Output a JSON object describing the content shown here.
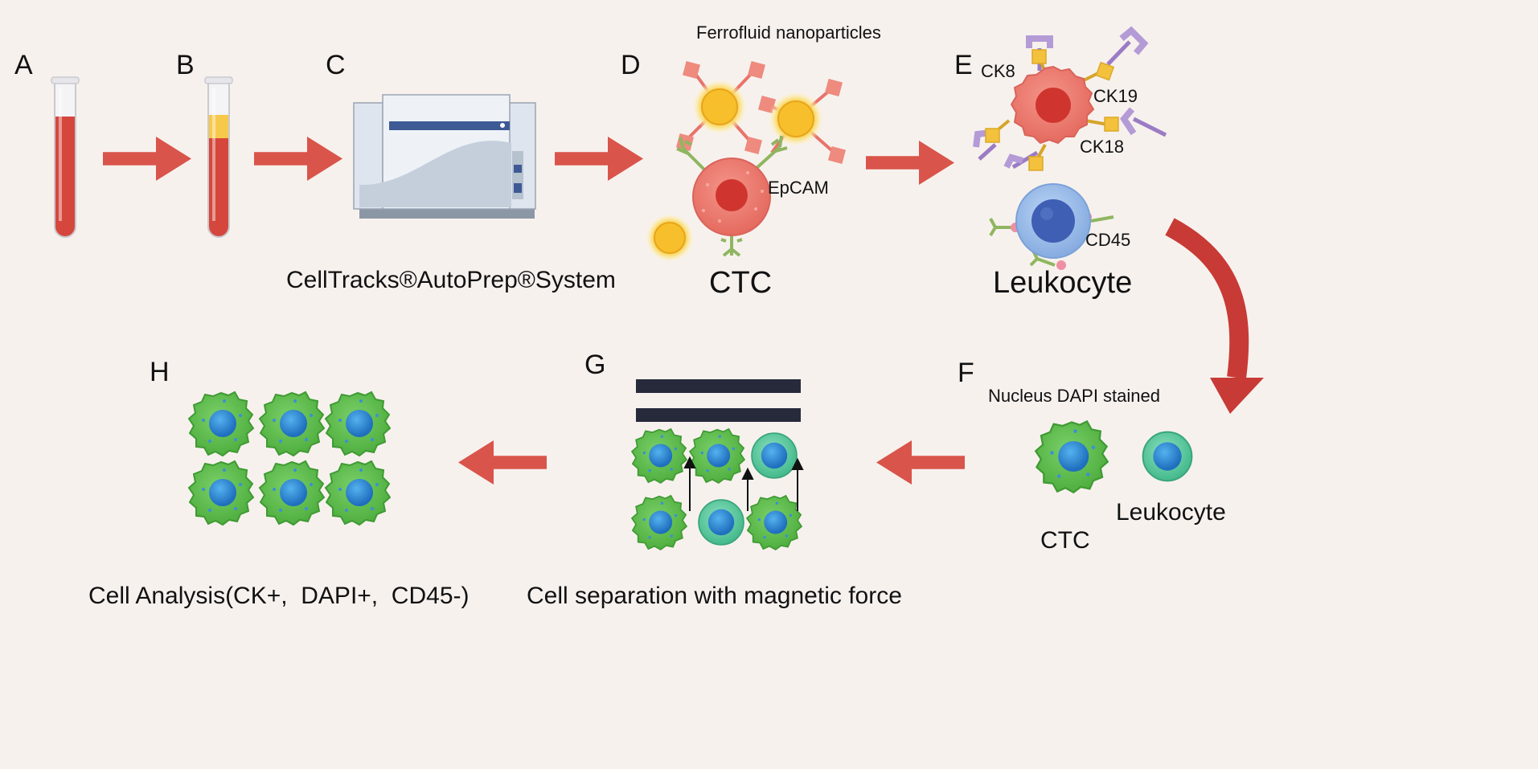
{
  "panels": {
    "a": "A",
    "b": "B",
    "c": "C",
    "d": "D",
    "e": "E",
    "f": "F",
    "g": "G",
    "h": "H"
  },
  "captions": {
    "system": "CellTracks®AutoPrep®System",
    "ctc": "CTC",
    "leukocyte": "Leukocyte",
    "ferrofluid": "Ferrofluid nanoparticles",
    "epcam": "EpCAM",
    "ck8": "CK8",
    "ck19": "CK19",
    "ck18": "CK18",
    "cd45": "CD45",
    "dapi": "Nucleus DAPI stained",
    "f_ctc": "CTC",
    "f_leukocyte": "Leukocyte",
    "separation": "Cell separation with magnetic force",
    "analysis": "Cell Analysis(CK+,  DAPI+,  CD45-)"
  },
  "colors": {
    "background": "#f7f1ee",
    "arrow": "#d9544a",
    "blood": "#d5473d",
    "plasma": "#f7c94a",
    "ctc_body": "#ee7f74",
    "ctc_nucleus": "#d0352e",
    "nanoparticle": "#f7bf2b",
    "leukocyte_body": "#9cc0ec",
    "leukocyte_nucleus": "#3f5fb4",
    "green_cell": "#5fbf4c",
    "dapi_nucleus": "#2c88d3",
    "teal_cell": "#5dcb9f",
    "magnet": "#262a3b",
    "antibody": "#9bc26c",
    "ck_marker": "#f3c13c",
    "receptor": "#b49bd6"
  },
  "icons": {
    "tube": "test-tube-icon",
    "machine": "autoprep-machine-icon",
    "magnet": "magnet-bar-icon",
    "arrow": "process-arrow-icon"
  }
}
